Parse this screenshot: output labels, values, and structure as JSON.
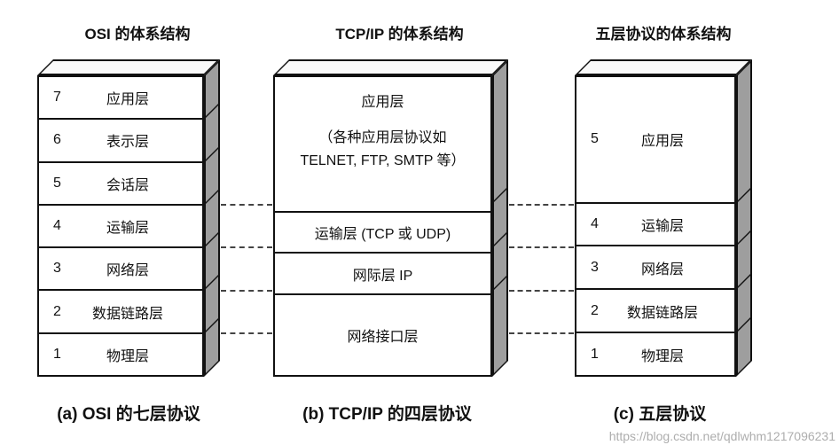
{
  "titles": {
    "osi": "OSI 的体系结构",
    "tcpip": "TCP/IP 的体系结构",
    "five": "五层协议的体系结构"
  },
  "osi": {
    "layers": [
      {
        "num": "7",
        "label": "应用层"
      },
      {
        "num": "6",
        "label": "表示层"
      },
      {
        "num": "5",
        "label": "会话层"
      },
      {
        "num": "4",
        "label": "运输层"
      },
      {
        "num": "3",
        "label": "网络层"
      },
      {
        "num": "2",
        "label": "数据链路层"
      },
      {
        "num": "1",
        "label": "物理层"
      }
    ],
    "caption": "(a) OSI 的七层协议"
  },
  "tcpip": {
    "layers": {
      "application_line1": "应用层",
      "application_line2": "（各种应用层协议如",
      "application_line3": "TELNET, FTP, SMTP 等）",
      "transport": "运输层 (TCP 或 UDP)",
      "internet": "网际层 IP",
      "network_interface": "网络接口层"
    },
    "caption": "(b) TCP/IP 的四层协议"
  },
  "five": {
    "layers": [
      {
        "num": "5",
        "label": "应用层"
      },
      {
        "num": "4",
        "label": "运输层"
      },
      {
        "num": "3",
        "label": "网络层"
      },
      {
        "num": "2",
        "label": "数据链路层"
      },
      {
        "num": "1",
        "label": "物理层"
      }
    ],
    "caption": "(c) 五层协议"
  },
  "watermark": "https://blog.csdn.net/qdlwhm1217096231",
  "colors": {
    "box_side_shade": "#9e9e9e",
    "outline": "#111111",
    "dashed_connector": "#444444"
  }
}
